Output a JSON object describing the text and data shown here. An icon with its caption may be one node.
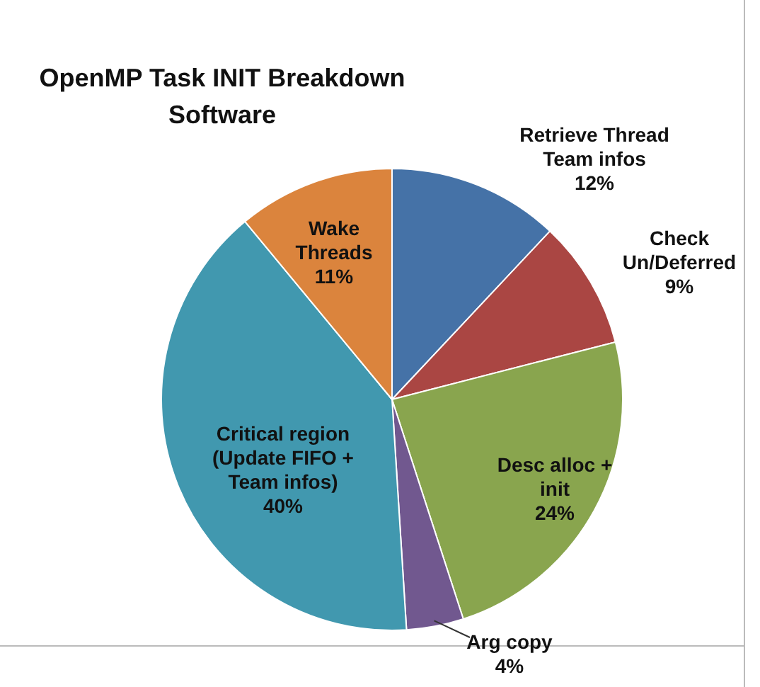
{
  "diagram": {
    "chart_data": {
      "type": "pie",
      "title": "OpenMP Task INIT Breakdown Software",
      "categories": [
        "Retrieve Thread Team infos",
        "Check Un/Deferred",
        "Desc alloc + init",
        "Arg copy",
        "Critical region (Update FIFO + Team infos)",
        "Wake Threads"
      ],
      "series": [
        {
          "colors": [
            "#4572a7",
            "#aa4643",
            "#89a54e",
            "#71588f",
            "#4198af",
            "#db843d"
          ],
          "values": [
            12,
            9,
            24,
            4,
            40,
            11
          ]
        }
      ],
      "value_labels": [
        "12%",
        "9%",
        "24%",
        "4%",
        "40%",
        "11%"
      ]
    }
  }
}
